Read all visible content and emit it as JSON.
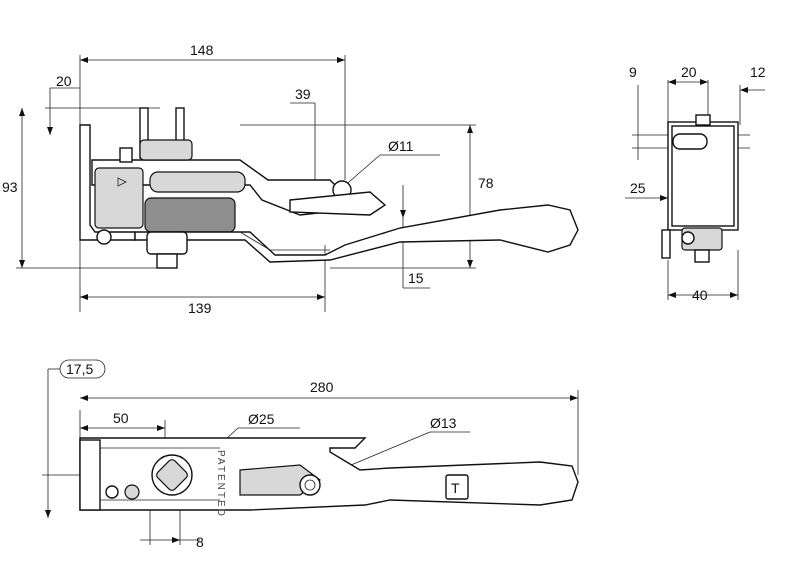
{
  "views": {
    "side": {
      "dims": {
        "overall_width": "148",
        "flange_offset": "20",
        "pin_offset": "39",
        "pin_dia": "Ø11",
        "total_height": "93",
        "handle_height": "78",
        "base_thickness": "15",
        "base_length": "139"
      }
    },
    "end": {
      "dims": {
        "slot_edge": "9",
        "slot_width": "20",
        "slot_right": "12",
        "slot_height": "25",
        "width": "40"
      }
    },
    "top": {
      "dims": {
        "tag": "17,5",
        "overall_length": "280",
        "hole_offset": "50",
        "disc_dia": "Ø25",
        "pivot_dia": "Ø13",
        "disc_offset": "8"
      },
      "stamp_text": "PATENTED",
      "logo_letter": "T"
    }
  },
  "colors": {
    "ink": "#111111",
    "fill": "#d8d8d8",
    "dark": "#8e8e8e"
  }
}
